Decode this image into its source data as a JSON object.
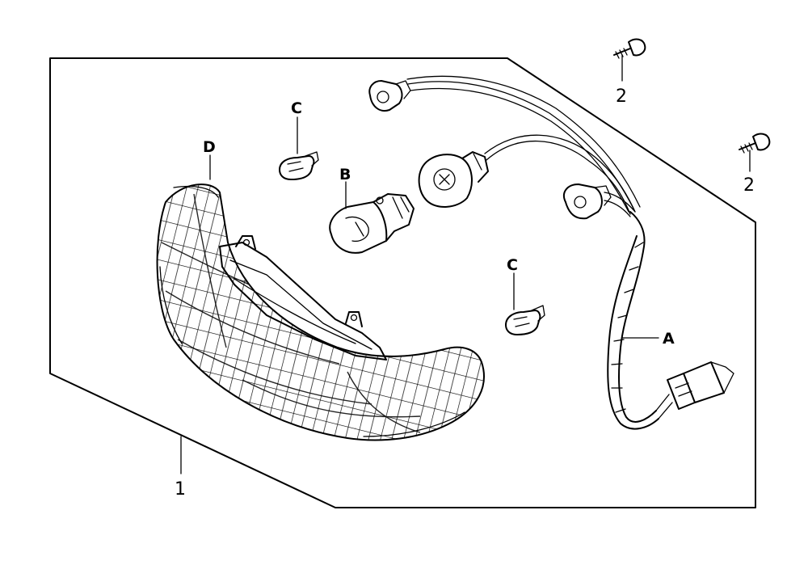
{
  "callouts": {
    "part_1": "1",
    "part_2_top": "2",
    "part_2_right": "2",
    "label_a": "A",
    "label_b": "B",
    "label_c_top": "C",
    "label_c_mid": "C",
    "label_d": "D"
  },
  "colors": {
    "ink": "#000000",
    "paper": "#ffffff"
  }
}
